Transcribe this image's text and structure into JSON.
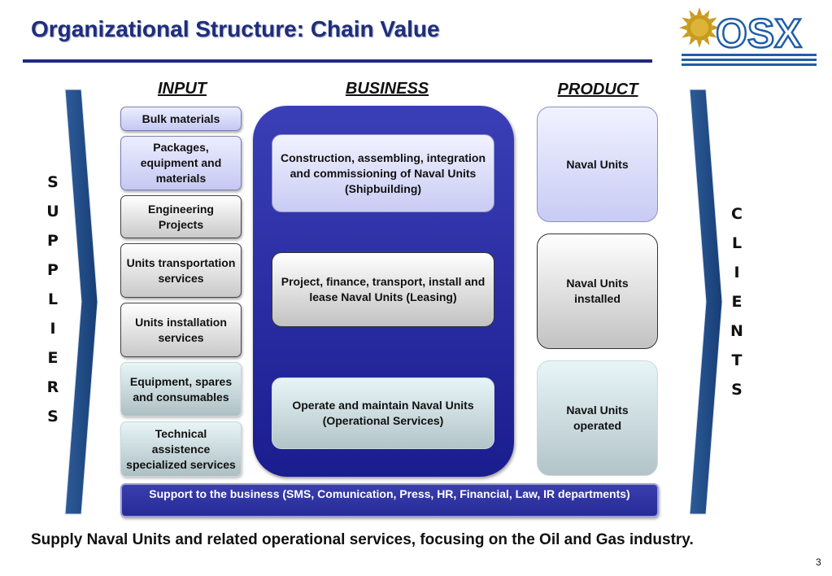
{
  "title": "Organizational Structure: Chain Value",
  "logo": {
    "text": "OSX",
    "color": "#1f5ea8",
    "sun_color": "#c99a1c"
  },
  "columns": {
    "input": "INPUT",
    "business": "BUSINESS",
    "product": "PRODUCT"
  },
  "suppliers_letters": [
    "S",
    "U",
    "P",
    "P",
    "L",
    "I",
    "E",
    "R",
    "S"
  ],
  "clients_letters": [
    "C",
    "L",
    "I",
    "E",
    "N",
    "T",
    "S"
  ],
  "inputs": [
    {
      "label": "Bulk materials"
    },
    {
      "label": "Packages, equipment and materials"
    },
    {
      "label": "Engineering Projects"
    },
    {
      "label": "Units transportation services"
    },
    {
      "label": "Units installation services"
    },
    {
      "label": "Equipment, spares and consumables"
    },
    {
      "label": "Technical assistence specialized services"
    }
  ],
  "business": [
    {
      "label": "Construction, assembling, integration and commissioning of Naval Units (Shipbuilding)"
    },
    {
      "label": "Project, finance, transport, install and lease Naval Units (Leasing)"
    },
    {
      "label": "Operate and maintain Naval Units (Operational Services)"
    }
  ],
  "products": [
    {
      "label": "Naval Units"
    },
    {
      "label": "Naval Units installed"
    },
    {
      "label": "Naval Units operated"
    }
  ],
  "support": "Support to the business (SMS, Comunication, Press, HR, Financial, Law, IR departments)",
  "footer": "Supply Naval Units and related operational services, focusing on the Oil and Gas industry.",
  "page_number": "3",
  "colors": {
    "title": "#1f2d7a",
    "rule": "#1f2a80",
    "business_panel": "#23279c",
    "chevron": "#1e4a86"
  }
}
